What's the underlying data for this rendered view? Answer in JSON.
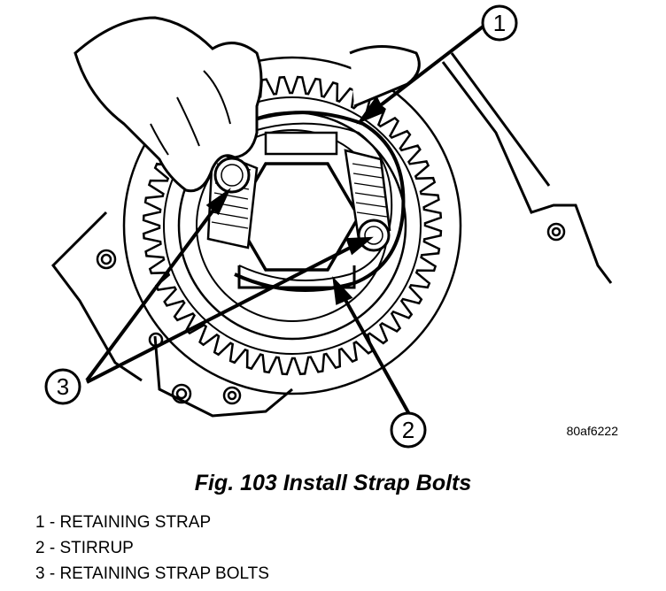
{
  "figure": {
    "image_code": "80af6222",
    "caption": "Fig. 103 Install Strap Bolts",
    "callouts": [
      {
        "number": "1"
      },
      {
        "number": "2"
      },
      {
        "number": "3"
      }
    ],
    "legend": [
      "1 - RETAINING STRAP",
      "2 - STIRRUP",
      "3 - RETAINING STRAP BOLTS"
    ]
  }
}
